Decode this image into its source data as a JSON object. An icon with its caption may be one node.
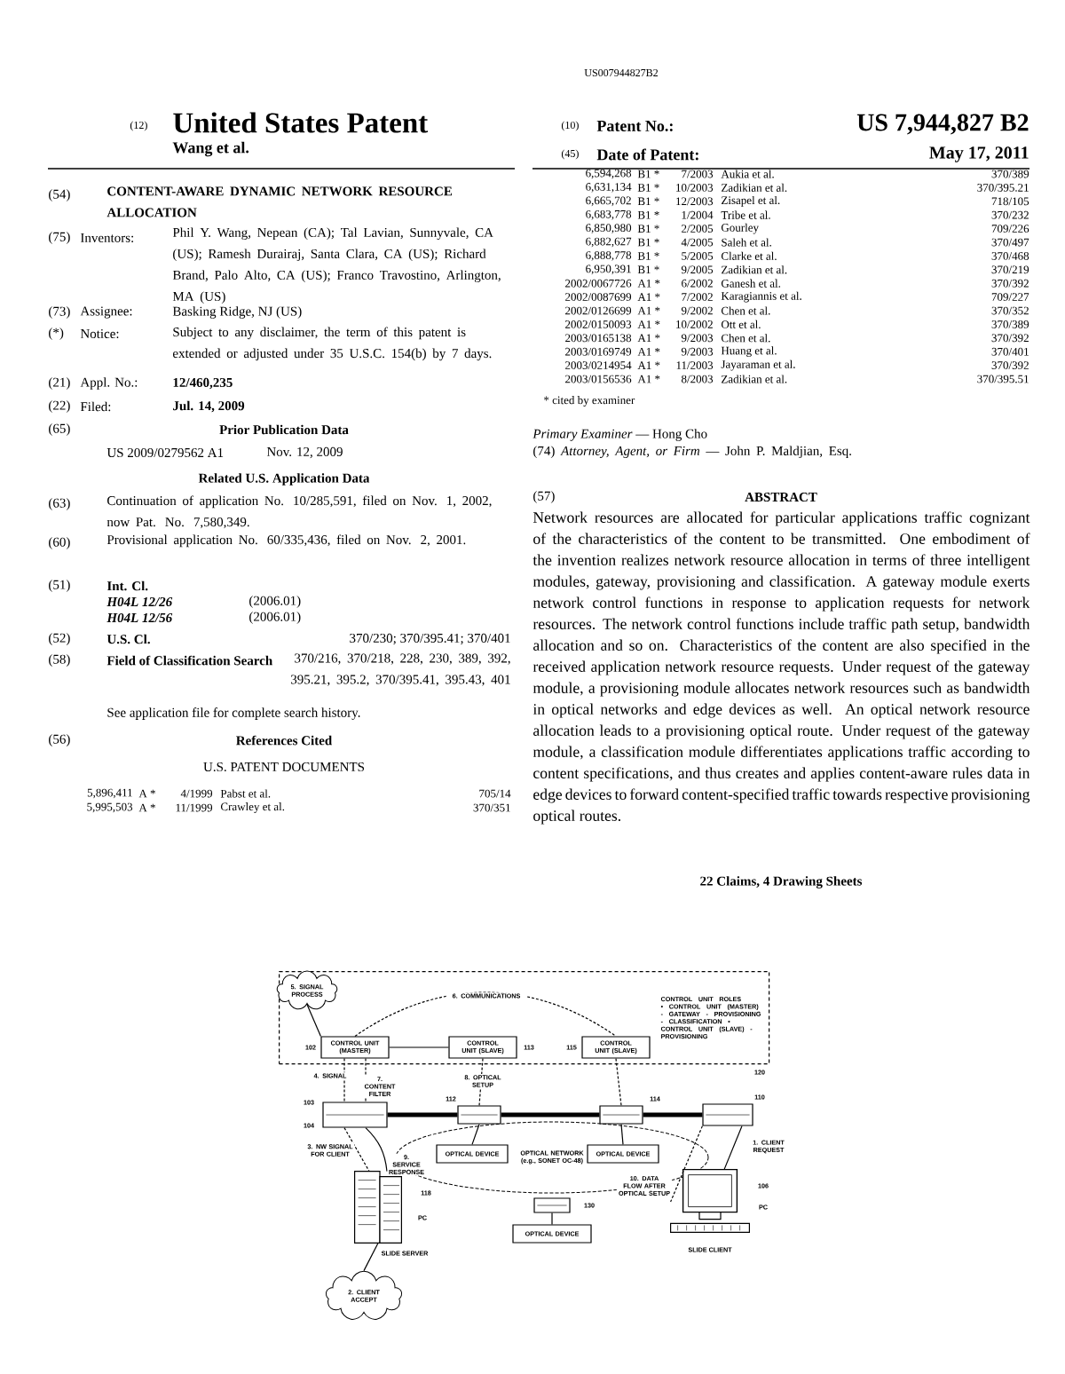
{
  "diagram": {
    "title": "United States Patent",
    "nodes": [
      {
        "text": [
          "CONTROL UNIT ROLES",
          "• CONTROL UNIT (MASTER) - GATEWAY - PROVISIONING - CLASSIFICATION • CONTROL UNIT (SLAVE) - PROVISIONING"
        ],
        "beside": [
          "120"
        ]
      },
      {
        "text": [
          "5. SIGNAL PROCESS"
        ],
        "in": 0
      },
      {
        "text": [
          "CONTROL UNIT (MASTER)"
        ],
        "in": 0,
        "beside": [
          "102"
        ]
      },
      {
        "text": [
          "CONTROL UNIT (SLAVE)"
        ],
        "in": 0,
        "beside": [
          "113"
        ]
      },
      {
        "text": [
          "CONTROL UNIT (SLAVE)"
        ],
        "in": 0,
        "beside": [
          "115"
        ]
      },
      {
        "text": [],
        "shape": "box",
        "beside": [
          "103",
          "104"
        ]
      },
      {
        "text": [],
        "shape": "box",
        "beside": [
          "112"
        ]
      },
      {
        "text": [],
        "shape": "box",
        "beside": [
          "114"
        ]
      },
      {
        "text": [],
        "shape": "box",
        "beside": [
          "110"
        ]
      },
      {
        "text": [
          "OPTICAL DEVICE"
        ]
      },
      {
        "text": [
          "OPTICAL DEVICE"
        ]
      },
      {
        "text": [
          "OPTICAL NETWORK (e.g., SONET OC-48)"
        ]
      },
      {
        "text": [],
        "shape": "box",
        "beside": [
          "130"
        ]
      },
      {
        "text": [
          "OPTICAL DEVICE"
        ]
      },
      {
        "text": [],
        "shape": "picture",
        "beside": [
          "118",
          "PC",
          "SLIDE SERVER"
        ]
      },
      {
        "text": [],
        "shape": "picture",
        "beside": [
          "106",
          "PC",
          "SLIDE CLIENT"
        ]
      },
      {
        "text": [
          "2. CLIENT ACCEPT"
        ]
      }
    ],
    "edges": [
      {
        "from": 2,
        "to": 3,
        "arrow": "none"
      },
      {
        "from": 2,
        "to": 4,
        "arrow": "none",
        "style": "dashed",
        "label": "6. COMMUNICATIONS"
      },
      {
        "from": 3,
        "to": 6,
        "arrow": "none",
        "style": "dashed",
        "label": "8. OPTICAL SETUP"
      },
      {
        "from": 4,
        "to": 7,
        "arrow": "none",
        "style": "dashed"
      },
      {
        "from": 2,
        "to": 5,
        "arrow": "none",
        "style": "dashed",
        "label": "4. SIGNAL"
      },
      {
        "from": 2,
        "to": 5,
        "arrow": "none",
        "style": "dashed",
        "label": "7. CONTENT FILTER"
      },
      {
        "from": 5,
        "to": 6,
        "arrow": "none",
        "style": "thick"
      },
      {
        "from": 6,
        "to": 7,
        "arrow": "none",
        "style": "thick"
      },
      {
        "from": 7,
        "to": 8,
        "arrow": "none",
        "style": "thick"
      },
      {
        "from": 5,
        "to": 14,
        "arrow": "none",
        "style": "dashed",
        "label": "3. NW SIGNAL FOR CLIENT"
      },
      {
        "from": 5,
        "to": 14,
        "arrow": "none",
        "label": "9. SERVICE RESPONSE"
      },
      {
        "from": 8,
        "to": 15,
        "arrow": "none",
        "label": "1. CLIENT REQUEST"
      },
      {
        "from": 8,
        "to": 15,
        "arrow": "none",
        "style": "dashed",
        "label": "10. DATA FLOW AFTER OPTICAL SETUP"
      },
      {
        "from": 6,
        "to": 9,
        "arrow": "none"
      },
      {
        "from": 7,
        "to": 10,
        "arrow": "none"
      },
      {
        "from": 12,
        "to": 13,
        "arrow": "none"
      },
      {
        "from": 1,
        "to": 2,
        "arrow": "none"
      },
      {
        "from": 16,
        "to": 14,
        "arrow": "none"
      }
    ],
    "labels": [
      "US007944827B2",
      "(12)",
      "Wang et al.",
      "(10)",
      "Patent No.:",
      "US 7,944,827 B2",
      "(45)",
      "Date of Patent:",
      "May 17, 2011",
      "(54)",
      "CONTENT-AWARE DYNAMIC NETWORK RESOURCE ALLOCATION",
      "(75)",
      "Inventors:",
      "Phil Y. Wang, Nepean (CA); Tal Lavian, Sunnyvale, CA (US); Ramesh Durairaj, Santa Clara, CA (US); Richard Brand, Palo Alto, CA (US); Franco Travostino, Arlington, MA (US)",
      "(73)",
      "Assignee:",
      "Basking Ridge, NJ (US)",
      "(*)",
      "Notice:",
      "Subject to any disclaimer, the term of this patent is extended or adjusted under 35 U.S.C. 154(b) by 7 days.",
      "(21)",
      "Appl. No.:",
      "12/460,235",
      "(22)",
      "Filed:",
      "Jul. 14, 2009",
      "(65)",
      "Prior Publication Data",
      "US 2009/0279562 A1",
      "Nov. 12, 2009",
      "Related U.S. Application Data",
      "(63)",
      "Continuation of application No. 10/285,591, filed on Nov. 1, 2002, now Pat. No. 7,580,349.",
      "(60)",
      "Provisional application No. 60/335,436, filed on Nov. 2, 2001.",
      "(51)",
      "Int. Cl.",
      "H04L 12/26",
      "(2006.01)",
      "H04L 12/56",
      "(2006.01)",
      "(52)",
      "U.S. Cl.",
      "370/230; 370/395.41; 370/401",
      "(58)",
      "Field of Classification Search",
      "370/216, 370/218, 228, 230, 389, 392, 395.21, 395.2, 370/395.41, 395.43, 401",
      "See application file for complete search history.",
      "(56)",
      "References Cited",
      "U.S. PATENT DOCUMENTS",
      "5,896,411",
      "A *",
      "4/1999",
      "Pabst et al.",
      "705/14",
      "5,995,503",
      "A *",
      "11/1999",
      "Crawley et al.",
      "370/351",
      "6,594,268",
      "B1 *",
      "7/2003",
      "Aukia et al.",
      "370/389",
      "6,631,134",
      "B1 *",
      "10/2003",
      "Zadikian et al.",
      "370/395.21",
      "6,665,702",
      "B1 *",
      "12/2003",
      "Zisapel et al.",
      "718/105",
      "6,683,778",
      "B1 *",
      "1/2004",
      "Tribe et al.",
      "370/232",
      "6,850,980",
      "B1 *",
      "2/2005",
      "Gourley",
      "709/226",
      "6,882,627",
      "B1 *",
      "4/2005",
      "Saleh et al.",
      "370/497",
      "6,888,778",
      "B1 *",
      "5/2005",
      "Clarke et al.",
      "370/468",
      "6,950,391",
      "B1 *",
      "9/2005",
      "Zadikian et al.",
      "370/219",
      "2002/0067726",
      "A1 *",
      "6/2002",
      "Ganesh et al.",
      "370/392",
      "2002/0087699",
      "A1 *",
      "7/2002",
      "Karagiannis et al.",
      "709/227",
      "2002/0126699",
      "A1 *",
      "9/2002",
      "Chen et al.",
      "370/352",
      "2002/0150093",
      "A1 *",
      "10/2002",
      "Ott et al.",
      "370/389",
      "2003/0165138",
      "A1 *",
      "9/2003",
      "Chen et al.",
      "370/392",
      "2003/0169749",
      "A1 *",
      "9/2003",
      "Huang et al.",
      "370/401",
      "2003/0214954",
      "A1 *",
      "11/2003",
      "Jayaraman et al.",
      "370/392",
      "2003/0156536",
      "A1 *",
      "8/2003",
      "Zadikian et al.",
      "370/395.51",
      "* cited by examiner",
      "*Primary Examiner* — Hong Cho",
      "(74) *Attorney, Agent, or Firm* — John P. Maldjian, Esq.",
      "(57)",
      "ABSTRACT",
      "Network resources are allocated for particular applications traffic cognizant of the characteristics of the content to be transmitted. One embodiment of the invention realizes network resource allocation in terms of three intelligent modules, gateway, provisioning and classification. A gateway module exerts network control functions in response to application requests for network resources. The network control functions include traffic path setup, bandwidth allocation and so on. Characteristics of the content are also specified in the received application network resource requests. Under request of the gateway module, a provisioning module allocates network resources such as bandwidth in optical networks and edge devices as well. An optical network resource allocation leads to a provisioning optical route. Under request of the gateway module, a classification module differentiates applications traffic according to content specifications, and thus creates and applies content-aware rules data in edge devices to forward content-specified traffic towards respective provisioning optical routes.",
      "22 Claims, 4 Drawing Sheets"
    ]
  }
}
